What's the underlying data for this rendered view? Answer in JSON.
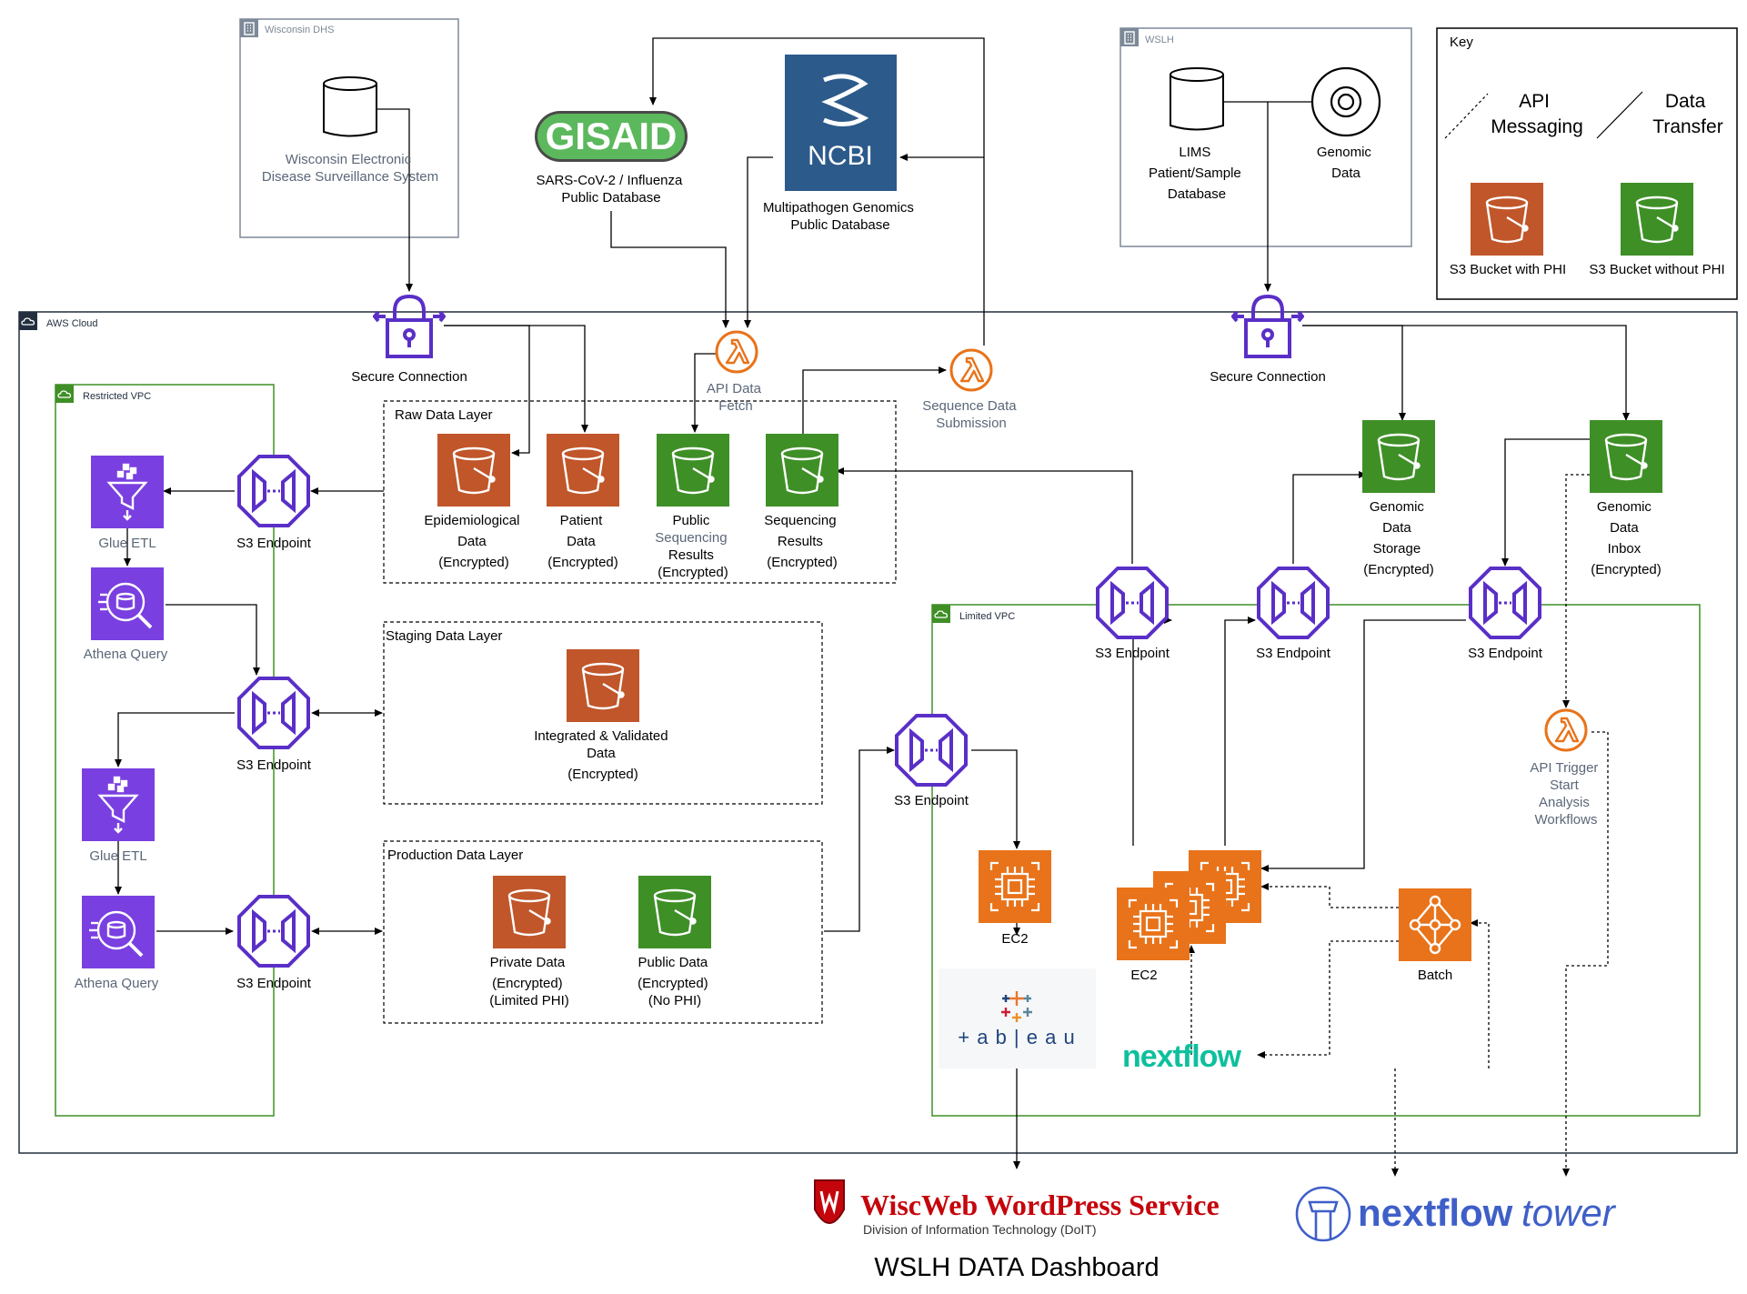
{
  "groups": {
    "wisconsin_dhs": "Wisconsin DHS",
    "wslh": "WSLH",
    "aws_cloud": "AWS Cloud",
    "restricted_vpc": "Restricted VPC",
    "limited_vpc": "Limited VPC"
  },
  "key": {
    "title": "Key",
    "api_messaging": [
      "API",
      "Messaging"
    ],
    "data_transfer": [
      "Data",
      "Transfer"
    ],
    "bucket_phi": "S3 Bucket with PHI",
    "bucket_no_phi": "S3 Bucket without PHI"
  },
  "external": {
    "wedss": [
      "Wisconsin Electronic",
      "Disease Surveillance System"
    ],
    "gisaid_logo": "GISAID",
    "gisaid": [
      "SARS-CoV-2 / Influenza",
      "Public Database"
    ],
    "ncbi_logo": "NCBI",
    "ncbi": [
      "Multipathogen Genomics",
      "Public Database"
    ],
    "lims": [
      "LIMS",
      "Patient/Sample",
      "Database"
    ],
    "genomic_data": [
      "Genomic",
      "Data"
    ]
  },
  "nodes": {
    "secure_connection": "Secure Connection",
    "api_data_fetch": [
      "API Data",
      "Fetch"
    ],
    "sequence_submission": [
      "Sequence Data",
      "Submission"
    ],
    "s3_endpoint": "S3 Endpoint",
    "glue_etl": "Glue ETL",
    "athena_query": "Athena Query",
    "ec2": "EC2",
    "batch": "Batch",
    "api_trigger": [
      "API Trigger",
      "Start",
      "Analysis",
      "Workflows"
    ]
  },
  "layers": {
    "raw": "Raw Data Layer",
    "staging": "Staging Data Layer",
    "production": "Production Data Layer"
  },
  "buckets": {
    "epi": [
      "Epidemiological",
      "Data",
      "(Encrypted)"
    ],
    "patient": [
      "Patient",
      "Data",
      "(Encrypted)"
    ],
    "public_seq": [
      "Public",
      "Sequencing",
      "Results",
      "(Encrypted)"
    ],
    "seq_results": [
      "Sequencing",
      "Results",
      "(Encrypted)"
    ],
    "integrated": [
      "Integrated & Validated",
      "Data",
      "(Encrypted)"
    ],
    "private": [
      "Private Data",
      "(Encrypted)",
      "(Limited PHI)"
    ],
    "public": [
      "Public Data",
      "(Encrypted)",
      "(No PHI)"
    ],
    "genomic_storage": [
      "Genomic",
      "Data",
      "Storage",
      "(Encrypted)"
    ],
    "genomic_inbox": [
      "Genomic",
      "Data",
      "Inbox",
      "(Encrypted)"
    ]
  },
  "logos": {
    "tableau": "+ a b | e a u",
    "nextflow": "nextflow",
    "wiscweb_title": "WiscWeb WordPress Service",
    "wiscweb_sub": "Division of Information Technology (DoIT)",
    "nextflow_tower_a": "nextflow",
    "nextflow_tower_b": "tower"
  },
  "footer": "WSLH DATA Dashboard",
  "colors": {
    "phi_bucket": "#c0562a",
    "no_phi_bucket": "#3f8f27",
    "purple": "#7a3fe0",
    "orange": "#e8731a",
    "ncbi_blue": "#2c5a8a",
    "vpc_green": "#3f8f27"
  }
}
